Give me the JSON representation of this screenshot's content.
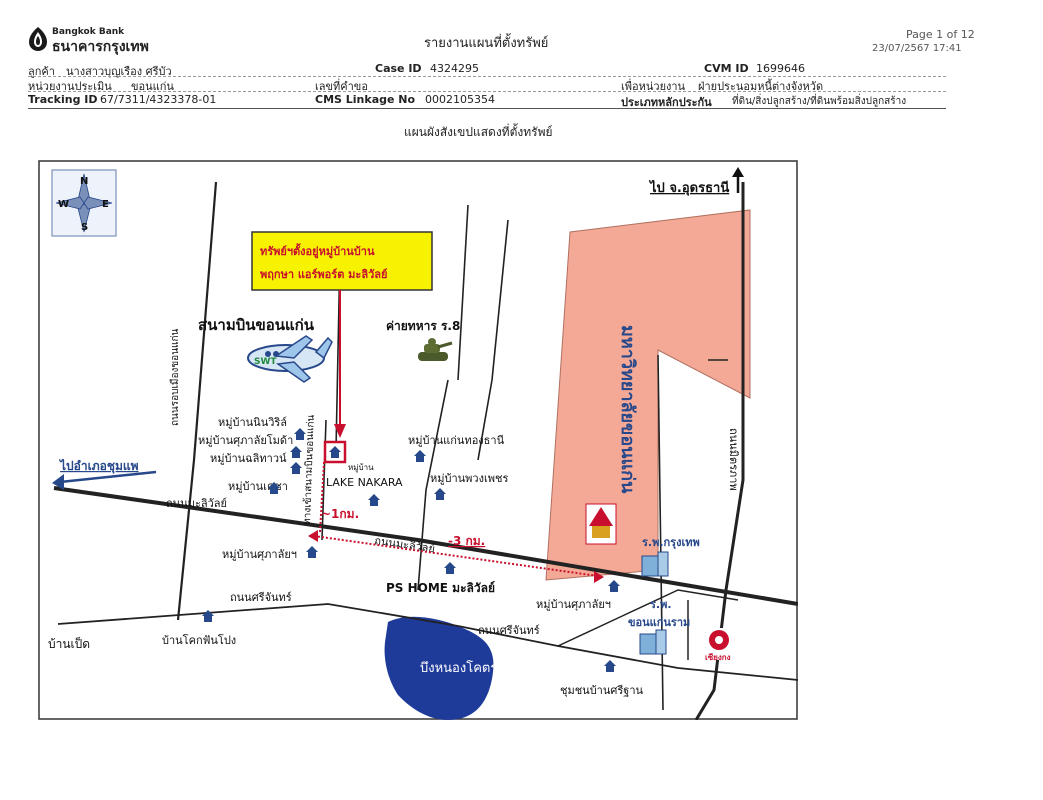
{
  "header": {
    "bank_name_en": "Bangkok Bank",
    "bank_name_th": "ธนาคารกรุงเทพ",
    "report_title": "รายงานแผนที่ตั้งทรัพย์",
    "page": "Page 1 of 12",
    "datetime": "23/07/2567 17:41"
  },
  "info": {
    "customer_label": "ลูกค้า",
    "customer_value": "นางสาวบุญเรือง ศรีบัว",
    "case_label": "Case ID",
    "case_value": "4324295",
    "cvm_label": "CVM ID",
    "cvm_value": "1699646",
    "unit_label": "หน่วยงานประเมิน",
    "unit_value": "ขอนแก่น",
    "request_label": "เลขที่คำขอ",
    "request_value": "",
    "for_unit_label": "เพื่อหน่วยงาน",
    "for_unit_value": "ฝ่ายประนอมหนี้ต่างจังหวัด",
    "tracking_label": "Tracking ID",
    "tracking_value": "67/7311/4323378-01",
    "cms_label": "CMS Linkage No",
    "cms_value": "0002105354",
    "type_label": "ประเภทหลักประกัน",
    "type_value": "ที่ดิน/สิ่งปลูกสร้าง/ที่ดินพร้อมสิ่งปลูกสร้าง"
  },
  "section_title": "แผนผังสังเขปแสดงที่ตั้งทรัพย์",
  "map": {
    "compass": {
      "n": "N",
      "s": "S",
      "e": "E",
      "w": "W"
    },
    "callout": {
      "line1": "ทรัพย์ฯตั้งอยู่หมู่บ้านบ้าน",
      "line2": "พฤกษา แอร์พอร์ต มะลิวัลย์"
    },
    "to_udon": "ไป จ.อุดรธานี",
    "to_chumphae": "ไปอำเภอชุมแพ",
    "airport": "สนามบินขอนแก่น",
    "plane_text": "SWT",
    "military_camp": "ค่ายทหาร ร.8",
    "university": "มหาวิทยาลัยขอนแก่น",
    "road_muang": "ถนนรอบเมืองขอนแก่น",
    "road_airport": "ทางเข้าสนามบินขอนแก่น",
    "road_maliwan_left": "ถนนมะลิวัลย์",
    "road_maliwan_mid": "ถนนมะลิวัลย์",
    "road_sichan_1": "ถนนศรีจันทร์",
    "road_sichan_2": "ถนนศรีจันทร์",
    "road_mittraphap": "ถนนมิตรภาพ",
    "dist_1": "~1กม.",
    "dist_3": "-3 กม.",
    "village_ninvirin": "หมู่บ้านนินวิริล์",
    "village_supalai_moda": "หมู่บ้านศุภาลัยโมด้า",
    "village_chalisa": "หมู่บ้านฉลิทาวน์",
    "village_kesha": "หมู่บ้านเคชา",
    "village_supalai_1": "หมู่บ้านศุภาลัยฯ",
    "village_supalai_2": "หมู่บ้านศุภาลัยฯ",
    "village_prefix": "หมู่บ้าน",
    "lake_nakara": "LAKE NAKARA",
    "village_kaen_thong": "หมู่บ้านแก่นทองธานี",
    "village_phuang_phet": "หมู่บ้านพวงเพชร",
    "ps_home": "PS HOME มะลิวัลย์",
    "hospital_bkk": "ร.พ.กรุงเทพ",
    "hospital_kk_ram_1": "ร.พ.",
    "hospital_kk_ram_2": "ขอนแก่นราม",
    "chiang_kong": "เซียงกง",
    "ban_pet": "บ้านเป็ด",
    "ban_khok": "บ้านโคกฟันโปง",
    "bueng_nong_khot": "บึงหนองโคตร",
    "community_srithan": "ชุมชนบ้านศรีฐาน",
    "colors": {
      "university": "#f4a996",
      "lake": "#1f3b9a",
      "callout": "#f7f200",
      "red": "#c8102e",
      "house": "#27488a"
    }
  }
}
